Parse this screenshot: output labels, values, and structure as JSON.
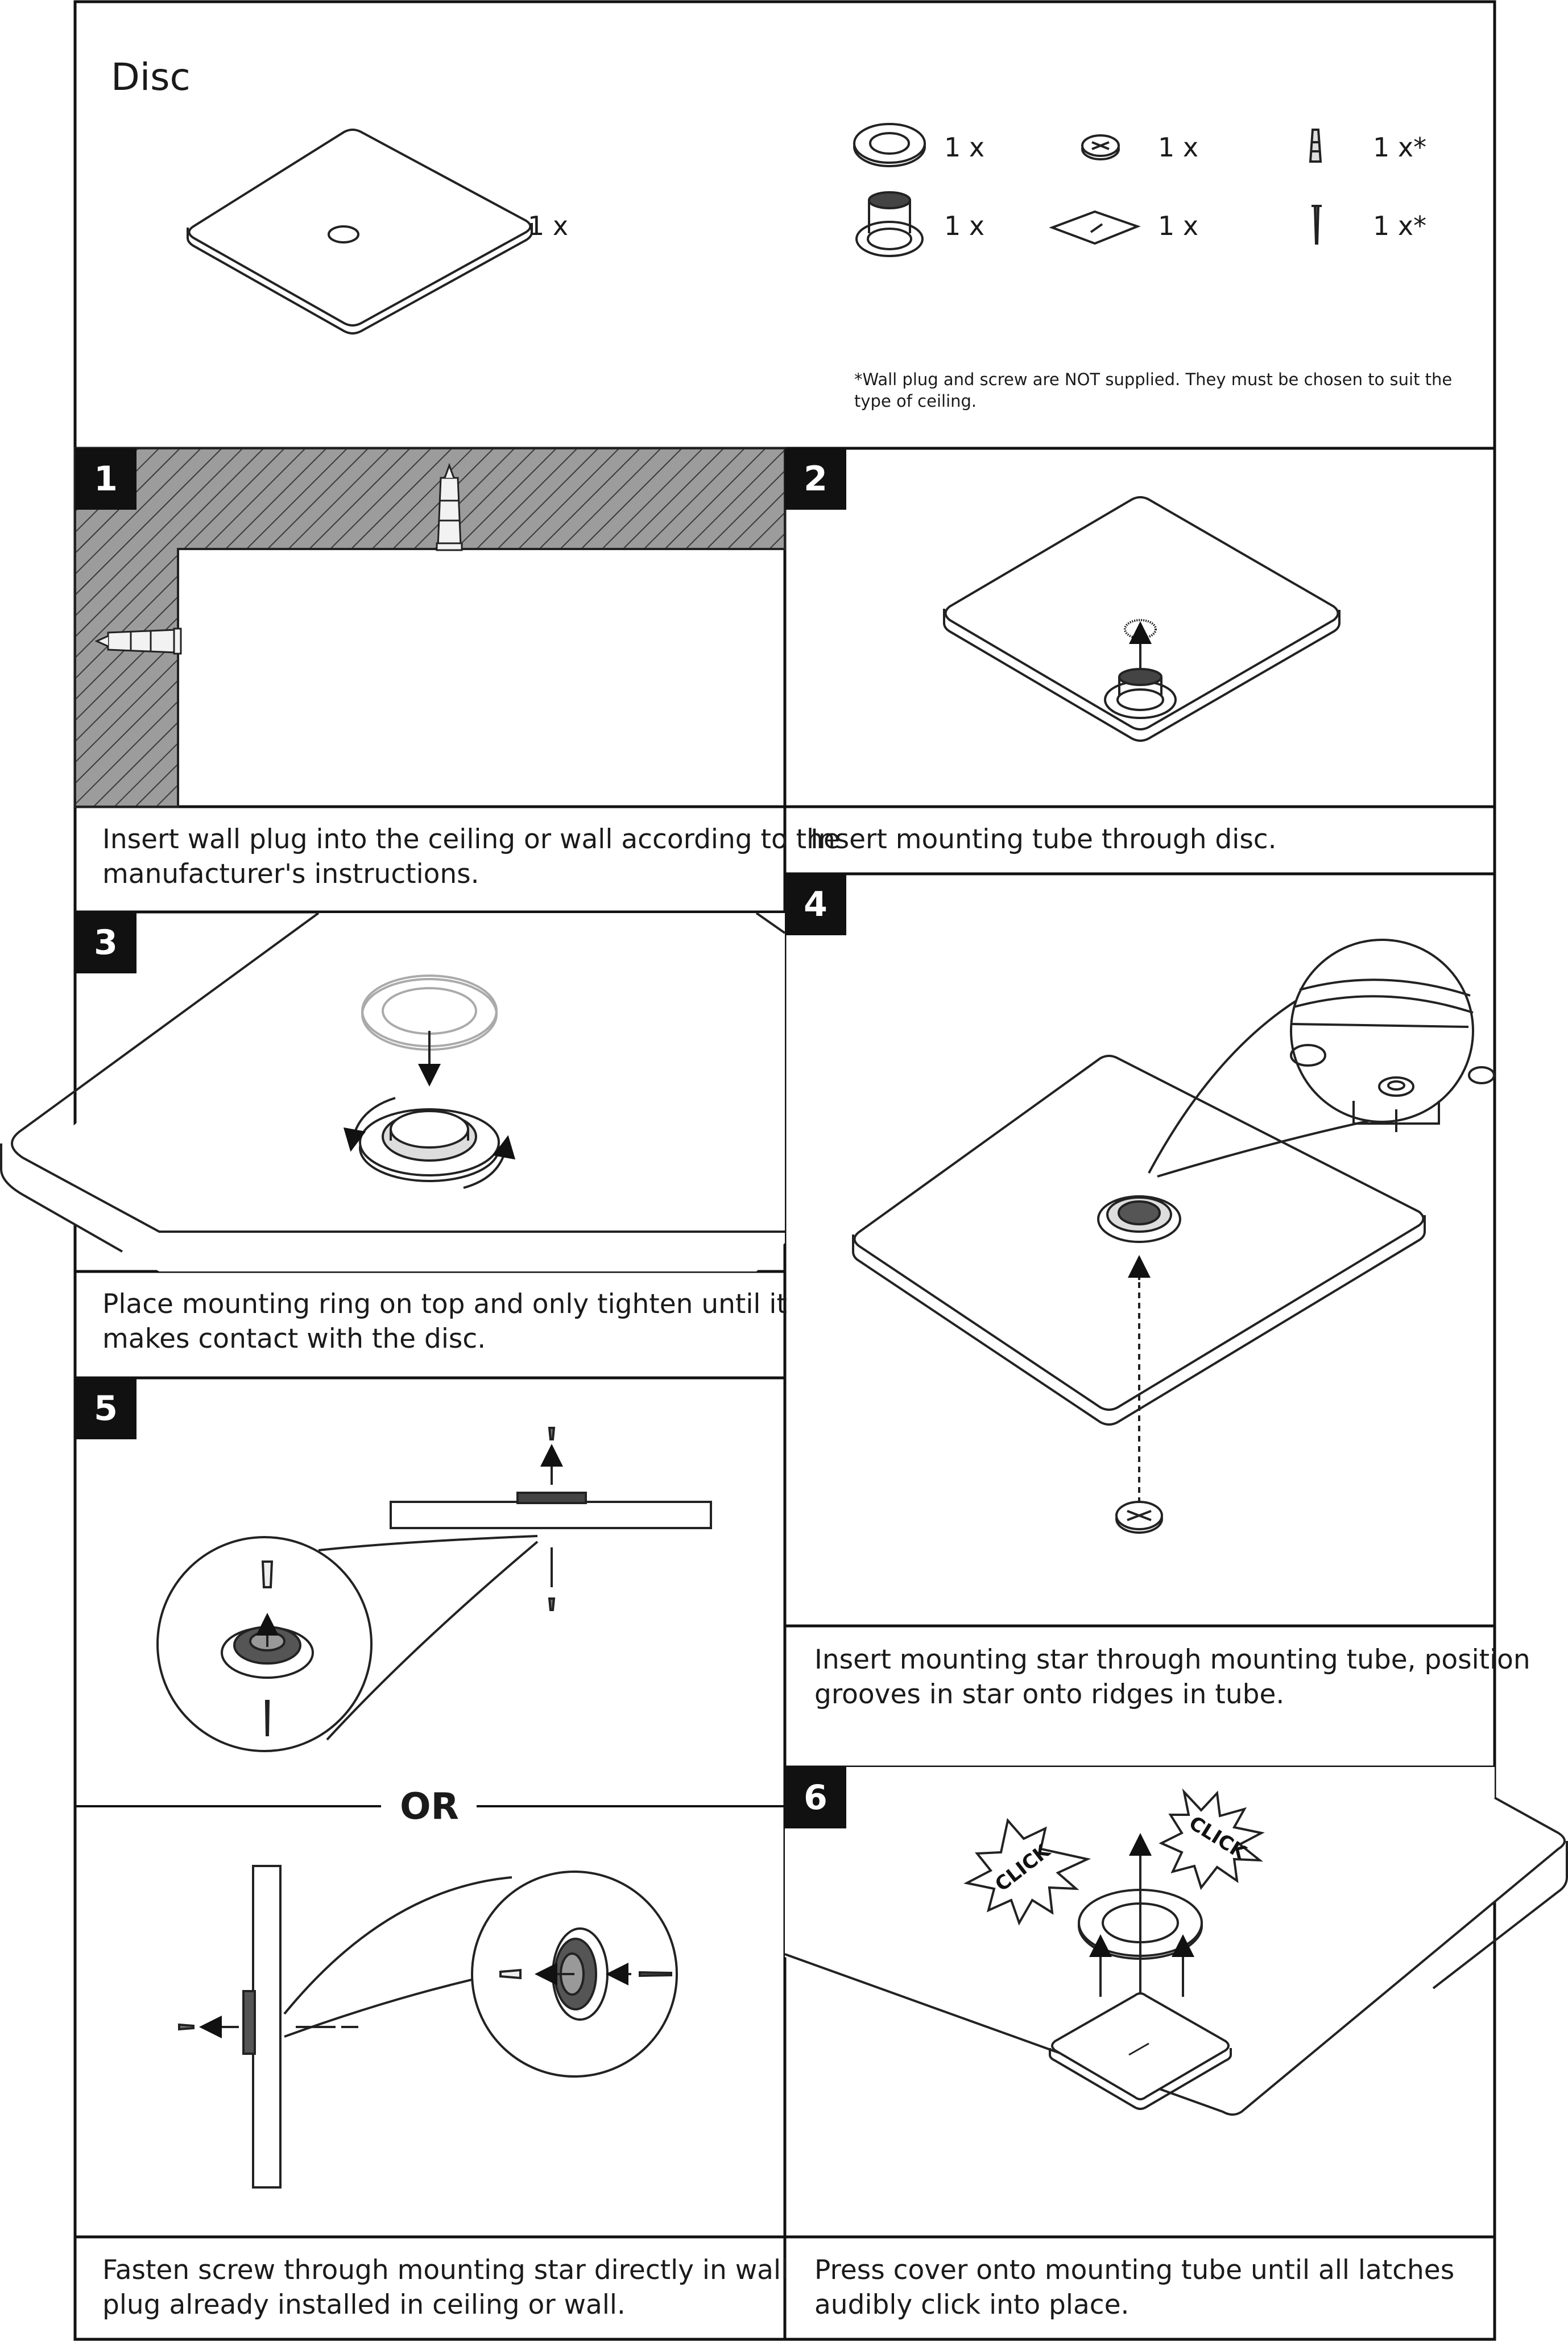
{
  "title": "Disc",
  "parts": {
    "disc_qty": "1 x",
    "ring_qty": "1 x",
    "star_qty": "1 x",
    "plug_qty": "1 x*",
    "tube_qty": "1 x",
    "cover_qty": "1 x",
    "screw_qty": "1 x*",
    "note_line1": "*Wall plug and screw are NOT supplied. They must be chosen to suit the",
    "note_line2": "type of ceiling."
  },
  "steps": [
    {
      "number": "1",
      "caption_line1": "Insert wall plug into the ceiling or wall according to the",
      "caption_line2": "manufacturer's instructions."
    },
    {
      "number": "2",
      "caption_line1": "Insert mounting tube through disc.",
      "caption_line2": ""
    },
    {
      "number": "3",
      "caption_line1": "Place mounting ring on top and only tighten until it",
      "caption_line2": "makes contact with the disc."
    },
    {
      "number": "4",
      "caption_line1": "Insert mounting star through mounting tube, position",
      "caption_line2": "grooves in star onto ridges in tube."
    },
    {
      "number": "5",
      "caption_line1": "Fasten screw through mounting star directly in wall",
      "caption_line2": "plug already installed in ceiling or wall."
    },
    {
      "number": "6",
      "caption_line1": "Press cover onto mounting tube until all latches",
      "caption_line2": "audibly click into place."
    }
  ],
  "or_label": "OR",
  "click_label": "CLICK",
  "icons": [
    "mounting-ring-icon",
    "mounting-star-icon",
    "wall-plug-icon",
    "mounting-tube-icon",
    "cover-icon",
    "screw-icon"
  ]
}
